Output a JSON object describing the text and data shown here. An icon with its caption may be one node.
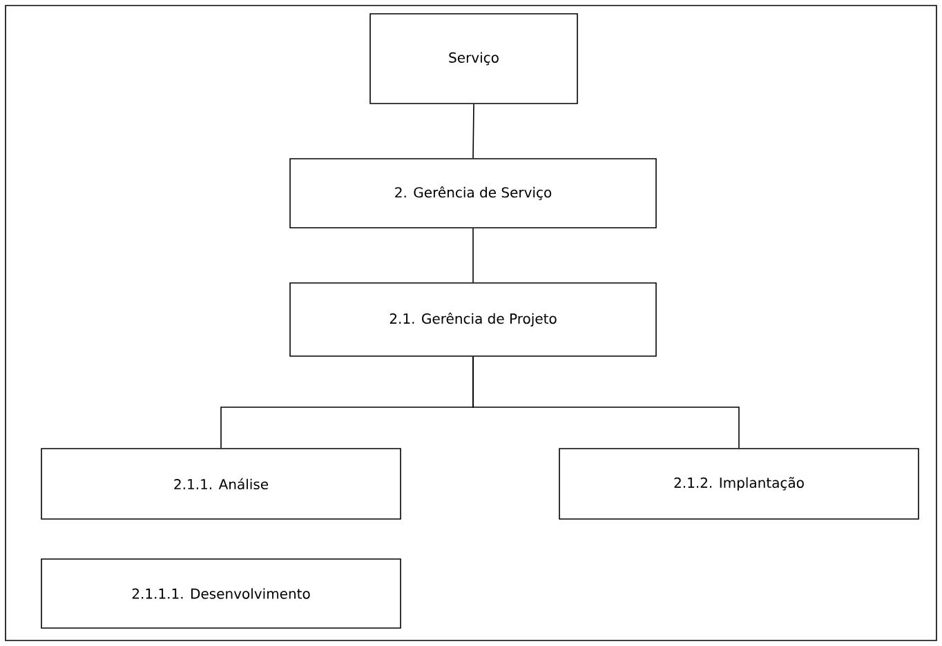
{
  "diagram": {
    "nodes": [
      {
        "text": [
          "Serviço"
        ]
      },
      {
        "text": [
          "2. Gerência de Serviço"
        ]
      },
      {
        "text": [
          "2.1. Gerência de Projeto"
        ]
      },
      {
        "text": [
          "2.1.1. Análise"
        ]
      },
      {
        "text": [
          "2.1.2. Implantação"
        ]
      },
      {
        "text": [
          "2.1.1.1. Desenvolvimento"
        ]
      }
    ],
    "edges": [
      {
        "from": 0,
        "to": 1,
        "arrow": "none"
      },
      {
        "from": 1,
        "to": 2,
        "arrow": "none"
      },
      {
        "from": 2,
        "to": 3,
        "arrow": "none"
      },
      {
        "from": 2,
        "to": 4,
        "arrow": "none"
      }
    ]
  }
}
